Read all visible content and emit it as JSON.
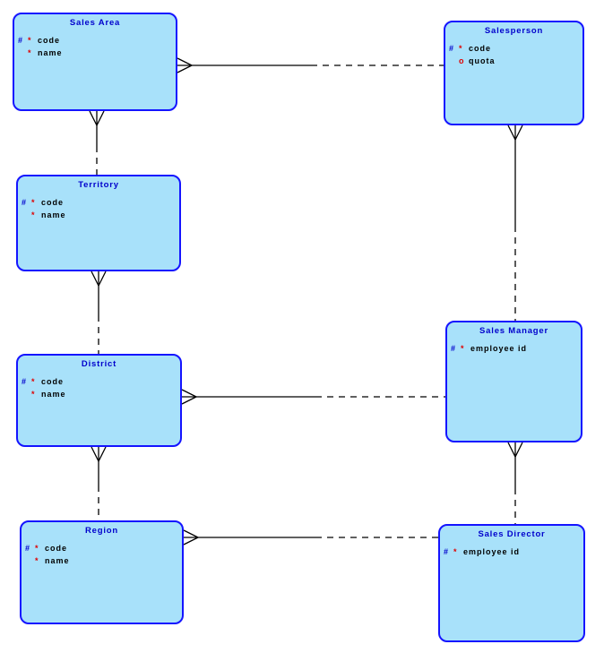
{
  "theme": {
    "canvas-bg": "#ffffff",
    "entity-fill": "#a8e1fa",
    "entity-border": "#1414ff",
    "title-color": "#0000cc",
    "pk-color": "#0000cc",
    "opt-color": "#e00000",
    "line-color": "#000000"
  },
  "entities": [
    {
      "id": "sales-area",
      "title": "Sales Area",
      "attrs": [
        {
          "pk": "#",
          "opt": "*",
          "name": "code"
        },
        {
          "pk": "",
          "opt": "*",
          "name": "name"
        }
      ]
    },
    {
      "id": "salesperson",
      "title": "Salesperson",
      "attrs": [
        {
          "pk": "#",
          "opt": "*",
          "name": "code"
        },
        {
          "pk": "",
          "opt": "o",
          "name": "quota"
        }
      ]
    },
    {
      "id": "territory",
      "title": "Territory",
      "attrs": [
        {
          "pk": "#",
          "opt": "*",
          "name": "code"
        },
        {
          "pk": "",
          "opt": "*",
          "name": "name"
        }
      ]
    },
    {
      "id": "sales-manager",
      "title": "Sales Manager",
      "attrs": [
        {
          "pk": "#",
          "opt": "*",
          "name": "employee id"
        }
      ]
    },
    {
      "id": "district",
      "title": "District",
      "attrs": [
        {
          "pk": "#",
          "opt": "*",
          "name": "code"
        },
        {
          "pk": "",
          "opt": "*",
          "name": "name"
        }
      ]
    },
    {
      "id": "region",
      "title": "Region",
      "attrs": [
        {
          "pk": "#",
          "opt": "*",
          "name": "code"
        },
        {
          "pk": "",
          "opt": "*",
          "name": "name"
        }
      ]
    },
    {
      "id": "sales-director",
      "title": "Sales Director",
      "attrs": [
        {
          "pk": "#",
          "opt": "*",
          "name": "employee id"
        }
      ]
    }
  ],
  "relationships": [
    {
      "from": "Sales Area",
      "to": "Salesperson",
      "crow_foot_at": "Sales Area",
      "solid_half": "Sales Area",
      "dashed_half": "Salesperson"
    },
    {
      "from": "Sales Area",
      "to": "Territory",
      "crow_foot_at": "Sales Area",
      "solid_half": "Sales Area",
      "dashed_half": "Territory"
    },
    {
      "from": "Territory",
      "to": "District",
      "crow_foot_at": "Territory",
      "solid_half": "Territory",
      "dashed_half": "District"
    },
    {
      "from": "District",
      "to": "Sales Manager",
      "crow_foot_at": "District",
      "solid_half": "District",
      "dashed_half": "Sales Manager"
    },
    {
      "from": "District",
      "to": "Region",
      "crow_foot_at": "District",
      "solid_half": "District",
      "dashed_half": "Region"
    },
    {
      "from": "Region",
      "to": "Sales Director",
      "crow_foot_at": "Region",
      "solid_half": "Region",
      "dashed_half": "Sales Director"
    },
    {
      "from": "Salesperson",
      "to": "Sales Manager",
      "crow_foot_at": "Salesperson",
      "solid_half": "Salesperson",
      "dashed_half": "Sales Manager"
    },
    {
      "from": "Sales Manager",
      "to": "Sales Director",
      "crow_foot_at": "Sales Manager",
      "solid_half": "Sales Manager",
      "dashed_half": "Sales Director"
    }
  ]
}
